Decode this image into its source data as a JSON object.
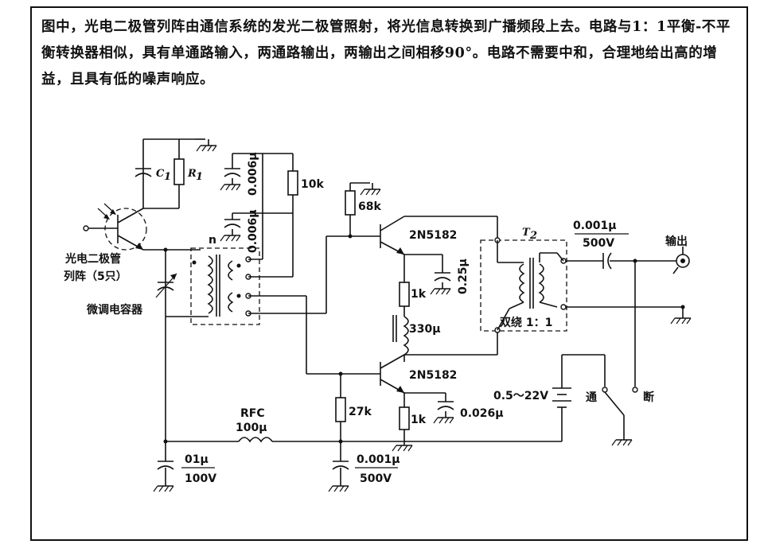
{
  "description": "图中，光电二极管列阵由通信系统的发光二极管照射，将光信息转换到广播频段上去。电路与1：1平衡-不平衡转换器相似，具有单通路输入，两通路输出，两输出之间相移90°。电路不需要中和，合理地给出高的增益，且具有低的噪声响应。",
  "labels": {
    "c1": "C",
    "c1_sub": "1",
    "r1": "R",
    "r1_sub": "1",
    "cap_top": "0.006μ",
    "cap_mid": "0.006μ",
    "res_10k": "10k",
    "res_68k": "68k",
    "q1": "2N5182",
    "q2": "2N5182",
    "t2": "T",
    "t2_sub": "2",
    "cap_out": "0.001μ",
    "cap_out_v": "500V",
    "output": "输出",
    "n": "n",
    "photodiode_l1": "光电二极管",
    "photodiode_l2": "列阵（5只）",
    "trimmer": "微调电容器",
    "cap_025": "0.25μ",
    "res_1k_a": "1k",
    "ind_330": "330μ",
    "bifilar": "双绕 1：1",
    "supply": "0.5～22V",
    "sw_on": "通",
    "sw_off": "断",
    "res_27k": "27k",
    "res_1k_b": "1k",
    "cap_026": "0.026μ",
    "rfc": "RFC",
    "rfc_val": "100μ",
    "cap_01": "01μ",
    "cap_01_v": "100V",
    "cap_001": "0.001μ",
    "cap_001_v": "500V"
  }
}
